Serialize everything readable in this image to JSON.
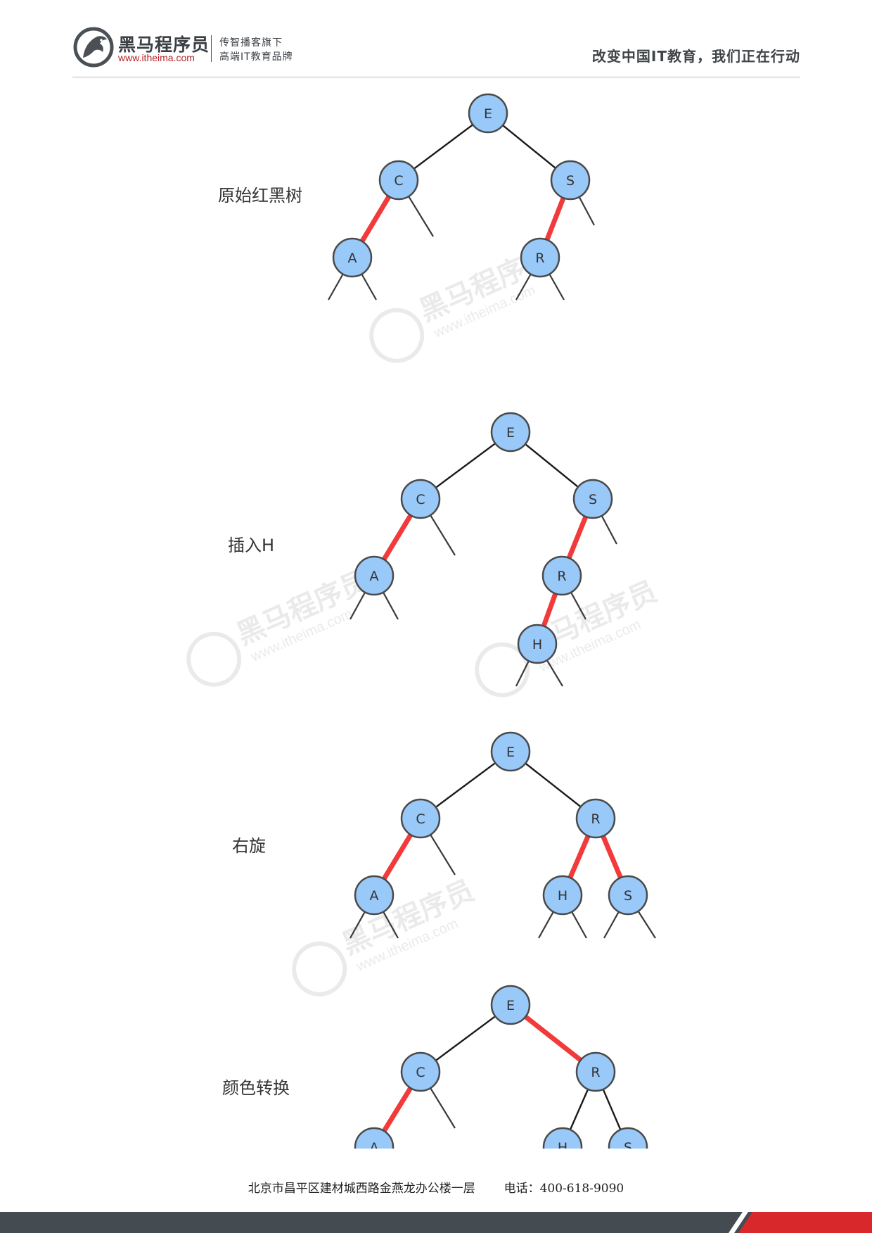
{
  "header": {
    "brand_name": "黑马程序员",
    "brand_url": "www.itheima.com",
    "tagline_line1": "传智播客旗下",
    "tagline_line2": "高端IT教育品牌",
    "slogan": "改变中国IT教育，我们正在行动"
  },
  "watermark": {
    "text": "黑马程序员",
    "url": "www.itheima.com"
  },
  "colors": {
    "node_fill": "#99c9f9",
    "node_stroke": "#4a4a4a",
    "red_link": "#f23a3a",
    "black_link": "#1a1a1a",
    "footer_dark": "#444c51",
    "footer_accent": "#d9282c"
  },
  "stages": [
    {
      "label": "原始红黑树",
      "nodes": [
        {
          "id": "E",
          "label": "E"
        },
        {
          "id": "C",
          "label": "C"
        },
        {
          "id": "S",
          "label": "S"
        },
        {
          "id": "A",
          "label": "A"
        },
        {
          "id": "R",
          "label": "R"
        }
      ],
      "links": [
        {
          "from": "E",
          "to": "C",
          "color": "black"
        },
        {
          "from": "E",
          "to": "S",
          "color": "black"
        },
        {
          "from": "C",
          "to": "A",
          "color": "red"
        },
        {
          "from": "S",
          "to": "R",
          "color": "red"
        }
      ]
    },
    {
      "label": "插入H",
      "nodes": [
        {
          "id": "E",
          "label": "E"
        },
        {
          "id": "C",
          "label": "C"
        },
        {
          "id": "S",
          "label": "S"
        },
        {
          "id": "A",
          "label": "A"
        },
        {
          "id": "R",
          "label": "R"
        },
        {
          "id": "H",
          "label": "H"
        }
      ],
      "links": [
        {
          "from": "E",
          "to": "C",
          "color": "black"
        },
        {
          "from": "E",
          "to": "S",
          "color": "black"
        },
        {
          "from": "C",
          "to": "A",
          "color": "red"
        },
        {
          "from": "S",
          "to": "R",
          "color": "red"
        },
        {
          "from": "R",
          "to": "H",
          "color": "red"
        }
      ]
    },
    {
      "label": "右旋",
      "nodes": [
        {
          "id": "E",
          "label": "E"
        },
        {
          "id": "C",
          "label": "C"
        },
        {
          "id": "R",
          "label": "R"
        },
        {
          "id": "A",
          "label": "A"
        },
        {
          "id": "H",
          "label": "H"
        },
        {
          "id": "S",
          "label": "S"
        }
      ],
      "links": [
        {
          "from": "E",
          "to": "C",
          "color": "black"
        },
        {
          "from": "E",
          "to": "R",
          "color": "black"
        },
        {
          "from": "C",
          "to": "A",
          "color": "red"
        },
        {
          "from": "R",
          "to": "H",
          "color": "red"
        },
        {
          "from": "R",
          "to": "S",
          "color": "red"
        }
      ]
    },
    {
      "label": "颜色转换",
      "nodes": [
        {
          "id": "E",
          "label": "E"
        },
        {
          "id": "C",
          "label": "C"
        },
        {
          "id": "R",
          "label": "R"
        },
        {
          "id": "A",
          "label": "A"
        },
        {
          "id": "H",
          "label": "H"
        },
        {
          "id": "S",
          "label": "S"
        }
      ],
      "links": [
        {
          "from": "E",
          "to": "C",
          "color": "black"
        },
        {
          "from": "E",
          "to": "R",
          "color": "red"
        },
        {
          "from": "C",
          "to": "A",
          "color": "red"
        },
        {
          "from": "R",
          "to": "H",
          "color": "black"
        },
        {
          "from": "R",
          "to": "S",
          "color": "black"
        }
      ]
    }
  ],
  "footer": {
    "address": "北京市昌平区建材城西路金燕龙办公楼一层",
    "phone": "电话：400-618-9090"
  }
}
